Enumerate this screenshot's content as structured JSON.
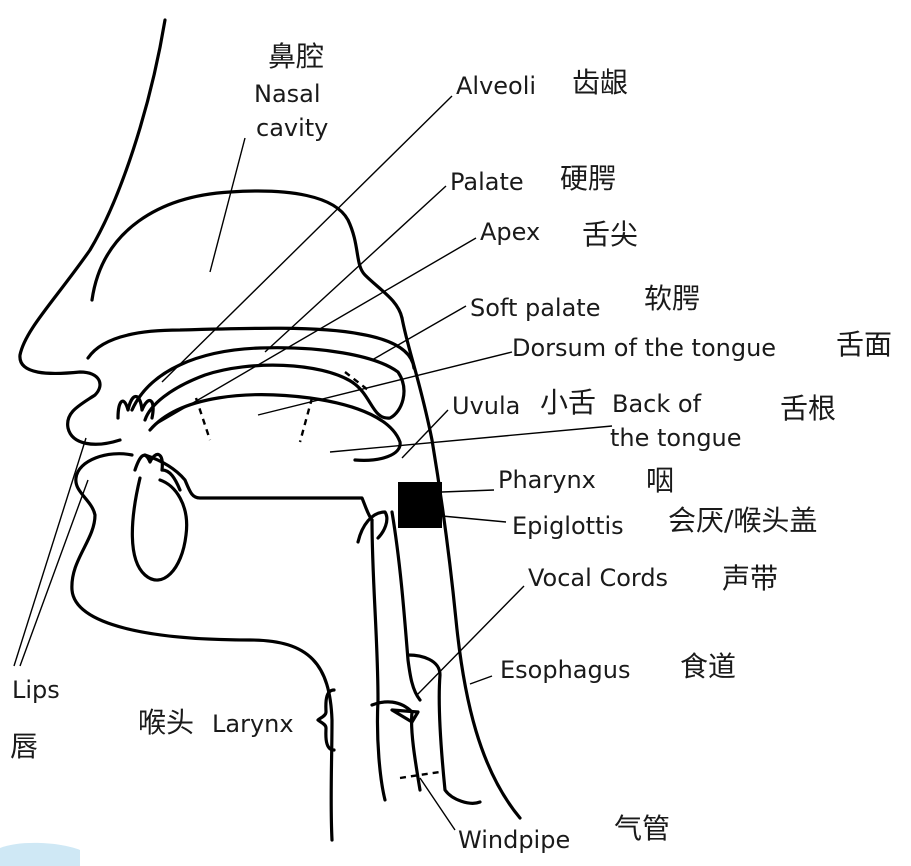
{
  "labels": {
    "nasal_cavity": {
      "zh": "鼻腔",
      "en_line1": "Nasal",
      "en_line2": "cavity"
    },
    "alveoli": {
      "en": "Alveoli",
      "zh": "齿龈"
    },
    "palate": {
      "en": "Palate",
      "zh": "硬腭"
    },
    "apex": {
      "en": "Apex",
      "zh": "舌尖"
    },
    "soft_palate": {
      "en": "Soft palate",
      "zh": "软腭"
    },
    "dorsum": {
      "en": "Dorsum of the tongue",
      "zh": "舌面"
    },
    "uvula": {
      "en": "Uvula",
      "zh": "小舌"
    },
    "back_tongue": {
      "en_line1": "Back of",
      "en_line2": "the tongue",
      "zh": "舌根"
    },
    "pharynx": {
      "en": "Pharynx",
      "zh": "咽"
    },
    "epiglottis": {
      "en": "Epiglottis",
      "zh": "会厌/喉头盖"
    },
    "vocal_cords": {
      "en": "Vocal Cords",
      "zh": "声带"
    },
    "esophagus": {
      "en": "Esophagus",
      "zh": "食道"
    },
    "lips": {
      "en": "Lips",
      "zh": "唇"
    },
    "larynx": {
      "zh": "喉头",
      "en": "Larynx"
    },
    "windpipe": {
      "en": "Windpipe",
      "zh": "气管"
    }
  },
  "colors": {
    "ink": "#000000",
    "background": "#ffffff",
    "corner_accent": "#cfe8f5"
  }
}
